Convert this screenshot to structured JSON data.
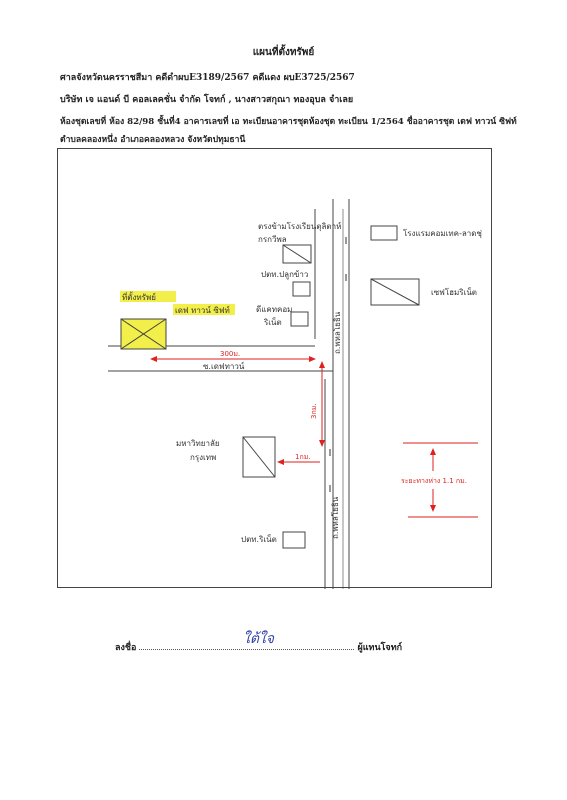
{
  "header": {
    "title": "แผนที่ตั้งทรัพย์",
    "line1": "ศาลจังหวัดนครราชสีมา  คดีดำผบE3189/2567  คดีแดง ผบE3725/2567",
    "line2": "บริษัท เจ แอนด์ บี คอลเลคชั่น จำกัด  โจทก์  , นางสาวสกุณา ทองอุบล จำเลย",
    "line3": "ห้องชุดเลขที่  ห้อง 82/98 ชั้นที่4  อาคารเลขที่ เอ  ทะเบียนอาคารชุดห้องชุด ทะเบียน 1/2564   ชื่ออาคารชุด เดฟ ทาวน์ ซิฟท์",
    "line4": "ตำบลคลองหนึ่ง  อำเภอคลองหลวง  จังหวัดปทุมธานี"
  },
  "map": {
    "labels": {
      "property": "ที่ตั้งทรัพย์",
      "property_name": "เดฟ ทาวน์ ซิฟท์",
      "lane_distance": "300ม.",
      "lane_name": "ซ.เดฟทาวน์",
      "main_road_top": "ถ.พหลโยธิน",
      "main_road_bottom": "ถ.พหลโยธิน",
      "dist_vertical": "3กม.",
      "dist_small": "1กม.",
      "top_left_1": "ตรงข้ามโรงเรียนตุลิตาห์",
      "top_left_2": "กรกวีพล",
      "mid_left_1": "ปตท.ปลูกข้าว",
      "mid_left_2": "ดีแคทคอม",
      "mid_left_3": "ริเน็ต",
      "top_right": "โรงแรมคอมเทค-ลาดชุ่",
      "mid_right": "เซฟโฮมริเน็ต",
      "university_1": "มหาวิทยาลัย",
      "university_2": "กรุงเทพ",
      "bottom_left": "ปตท.ริเน็ต",
      "scale_text": "ระยะทางห่าง 1.1 กม."
    }
  },
  "footer": {
    "sign_prefix": "ลงชื่อ",
    "signature": "ใต้ใจ",
    "sign_suffix": "ผู้แทนโจทก์"
  },
  "colors": {
    "highlight": "#f2ee4a",
    "annotation": "#dd2222",
    "ink": "#333333"
  }
}
